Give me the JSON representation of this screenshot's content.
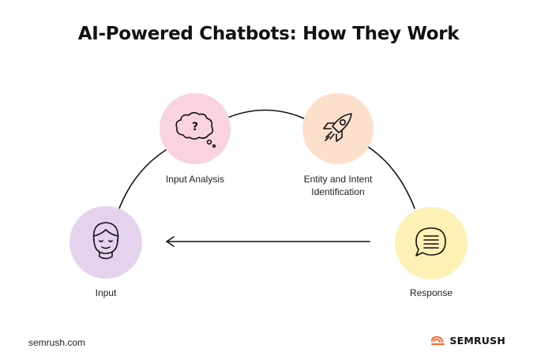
{
  "title": "AI-Powered Chatbots: How They Work",
  "nodes": [
    {
      "label": "Input",
      "icon": "person-face-icon",
      "color": "#e5d3ee"
    },
    {
      "label": "Input Analysis",
      "icon": "thought-bubble-question-icon",
      "color": "#f9d3dd"
    },
    {
      "label": "Entity and Intent Identification",
      "icon": "rocket-icon",
      "color": "#fde0cc"
    },
    {
      "label": "Response",
      "icon": "chat-bubble-lines-icon",
      "color": "#fdf1b5"
    }
  ],
  "connectors": [
    {
      "from": "Input",
      "to": "Input Analysis",
      "style": "curved-line"
    },
    {
      "from": "Input Analysis",
      "to": "Entity and Intent Identification",
      "style": "curved-line"
    },
    {
      "from": "Entity and Intent Identification",
      "to": "Response",
      "style": "curved-line"
    },
    {
      "from": "Response",
      "to": "Input",
      "style": "arrow"
    }
  ],
  "footer": {
    "website": "semrush.com",
    "brand": "SEMRUSH",
    "brand_color": "#ff642d"
  }
}
